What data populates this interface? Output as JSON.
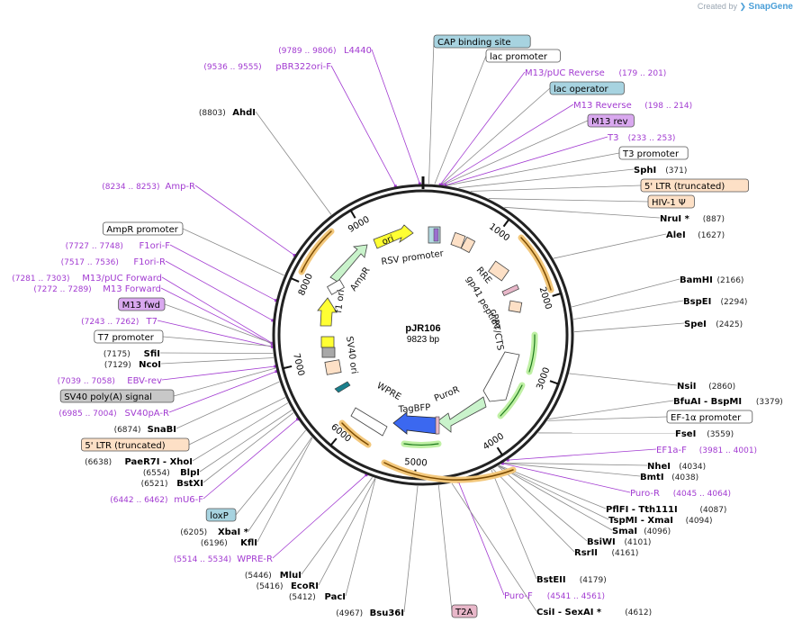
{
  "credit": {
    "prefix": "Created by",
    "brand": "SnapGene"
  },
  "plasmid": {
    "name": "pJR106",
    "size": "9823 bp"
  },
  "ticks": [
    "1000",
    "2000",
    "3000",
    "4000",
    "5000",
    "6000",
    "7000",
    "8000",
    "9000"
  ],
  "inner_labels": [
    "ori",
    "RSV promoter",
    "AmpR",
    "f1 ori",
    "SV40 ori",
    "RRE",
    "gp41 peptide",
    "cPPT/CTS",
    "WPRE",
    "PuroR",
    "TagBFP"
  ],
  "right_labels": [
    {
      "name": "CAP binding site",
      "coord": "",
      "kind": "box",
      "color": "#a7d3e0"
    },
    {
      "name": "lac promoter",
      "coord": "",
      "kind": "box",
      "color": "#ffffff"
    },
    {
      "name": "M13/pUC Reverse",
      "coord": "(179 .. 201)",
      "kind": "primer"
    },
    {
      "name": "lac operator",
      "coord": "",
      "kind": "box",
      "color": "#a7d3e0"
    },
    {
      "name": "M13 Reverse",
      "coord": "(198 .. 214)",
      "kind": "primer"
    },
    {
      "name": "M13 rev",
      "coord": "",
      "kind": "box",
      "color": "#d9a8ef"
    },
    {
      "name": "T3",
      "coord": "(233 .. 253)",
      "kind": "primer"
    },
    {
      "name": "T3 promoter",
      "coord": "",
      "kind": "box",
      "color": "#ffffff"
    },
    {
      "name": "SphI",
      "coord": "(371)",
      "kind": "site"
    },
    {
      "name": "5' LTR (truncated)",
      "coord": "",
      "kind": "box",
      "color": "#fde0c6"
    },
    {
      "name": "HIV-1 Ψ",
      "coord": "",
      "kind": "box",
      "color": "#fde0c6"
    },
    {
      "name": "NruI *",
      "coord": "(887)",
      "kind": "site"
    },
    {
      "name": "AleI",
      "coord": "(1627)",
      "kind": "site"
    },
    {
      "name": "BamHI",
      "coord": "(2166)",
      "kind": "site"
    },
    {
      "name": "BspEI",
      "coord": "(2294)",
      "kind": "site"
    },
    {
      "name": "SpeI",
      "coord": "(2425)",
      "kind": "site"
    },
    {
      "name": "NsiI",
      "coord": "(2860)",
      "kind": "site"
    },
    {
      "name": "BfuAI - BspMI",
      "coord": "(3379)",
      "kind": "site"
    },
    {
      "name": "EF-1α promoter",
      "coord": "",
      "kind": "box",
      "color": "#ffffff"
    },
    {
      "name": "FseI",
      "coord": "(3559)",
      "kind": "site"
    },
    {
      "name": "EF1a-F",
      "coord": "(3981 .. 4001)",
      "kind": "primer"
    },
    {
      "name": "NheI",
      "coord": "(4034)",
      "kind": "site"
    },
    {
      "name": "BmtI",
      "coord": "(4038)",
      "kind": "site"
    },
    {
      "name": "Puro-R",
      "coord": "(4045 .. 4064)",
      "kind": "primer"
    },
    {
      "name": "PflFI - Tth111I",
      "coord": "(4087)",
      "kind": "site"
    },
    {
      "name": "TspMI - XmaI",
      "coord": "(4094)",
      "kind": "site"
    },
    {
      "name": "SmaI",
      "coord": "(4096)",
      "kind": "site"
    },
    {
      "name": "BsiWI",
      "coord": "(4101)",
      "kind": "site"
    },
    {
      "name": "RsrII",
      "coord": "(4161)",
      "kind": "site"
    },
    {
      "name": "BstEII",
      "coord": "(4179)",
      "kind": "site"
    },
    {
      "name": "Puro-F",
      "coord": "(4541 .. 4561)",
      "kind": "primer"
    },
    {
      "name": "CsiI - SexAI *",
      "coord": "(4612)",
      "kind": "site"
    },
    {
      "name": "T2A",
      "coord": "",
      "kind": "box",
      "color": "#e8b7c9"
    }
  ],
  "left_labels": [
    {
      "name": "L4440",
      "coord": "(9789 .. 9806)",
      "kind": "primer"
    },
    {
      "name": "pBR322ori-F",
      "coord": "(9536 .. 9555)",
      "kind": "primer"
    },
    {
      "name": "AhdI",
      "coord": "(8803)",
      "kind": "site"
    },
    {
      "name": "Amp-R",
      "coord": "(8234 .. 8253)",
      "kind": "primer"
    },
    {
      "name": "AmpR promoter",
      "coord": "",
      "kind": "box",
      "color": "#ffffff"
    },
    {
      "name": "F1ori-F",
      "coord": "(7727 .. 7748)",
      "kind": "primer"
    },
    {
      "name": "F1ori-R",
      "coord": "(7517 .. 7536)",
      "kind": "primer"
    },
    {
      "name": "M13/pUC Forward",
      "coord": "(7281 .. 7303)",
      "kind": "primer"
    },
    {
      "name": "M13 Forward",
      "coord": "(7272 .. 7289)",
      "kind": "primer"
    },
    {
      "name": "M13 fwd",
      "coord": "",
      "kind": "box",
      "color": "#d9a8ef"
    },
    {
      "name": "T7",
      "coord": "(7243 .. 7262)",
      "kind": "primer"
    },
    {
      "name": "T7 promoter",
      "coord": "",
      "kind": "box",
      "color": "#ffffff"
    },
    {
      "name": "SfiI",
      "coord": "(7175)",
      "kind": "site"
    },
    {
      "name": "NcoI",
      "coord": "(7129)",
      "kind": "site"
    },
    {
      "name": "EBV-rev",
      "coord": "(7039 .. 7058)",
      "kind": "primer"
    },
    {
      "name": "SV40 poly(A) signal",
      "coord": "",
      "kind": "box",
      "color": "#c8c8c8"
    },
    {
      "name": "SV40pA-R",
      "coord": "(6985 .. 7004)",
      "kind": "primer"
    },
    {
      "name": "SnaBI",
      "coord": "(6874)",
      "kind": "site"
    },
    {
      "name": "5' LTR (truncated)",
      "coord": "",
      "kind": "box",
      "color": "#fde0c6"
    },
    {
      "name": "PaeR7I - XhoI",
      "coord": "(6638)",
      "kind": "site"
    },
    {
      "name": "BlpI",
      "coord": "(6554)",
      "kind": "site"
    },
    {
      "name": "BstXI",
      "coord": "(6521)",
      "kind": "site"
    },
    {
      "name": "mU6-F",
      "coord": "(6442 .. 6462)",
      "kind": "primer"
    },
    {
      "name": "loxP",
      "coord": "",
      "kind": "box",
      "color": "#a7d3e0"
    },
    {
      "name": "XbaI *",
      "coord": "(6205)",
      "kind": "site"
    },
    {
      "name": "KflI",
      "coord": "(6196)",
      "kind": "site"
    },
    {
      "name": "WPRE-R",
      "coord": "(5514 .. 5534)",
      "kind": "primer"
    },
    {
      "name": "MluI",
      "coord": "(5446)",
      "kind": "site"
    },
    {
      "name": "EcoRI",
      "coord": "(5416)",
      "kind": "site"
    },
    {
      "name": "PacI",
      "coord": "(5412)",
      "kind": "site"
    },
    {
      "name": "Bsu36I",
      "coord": "(4967)",
      "kind": "site"
    }
  ]
}
